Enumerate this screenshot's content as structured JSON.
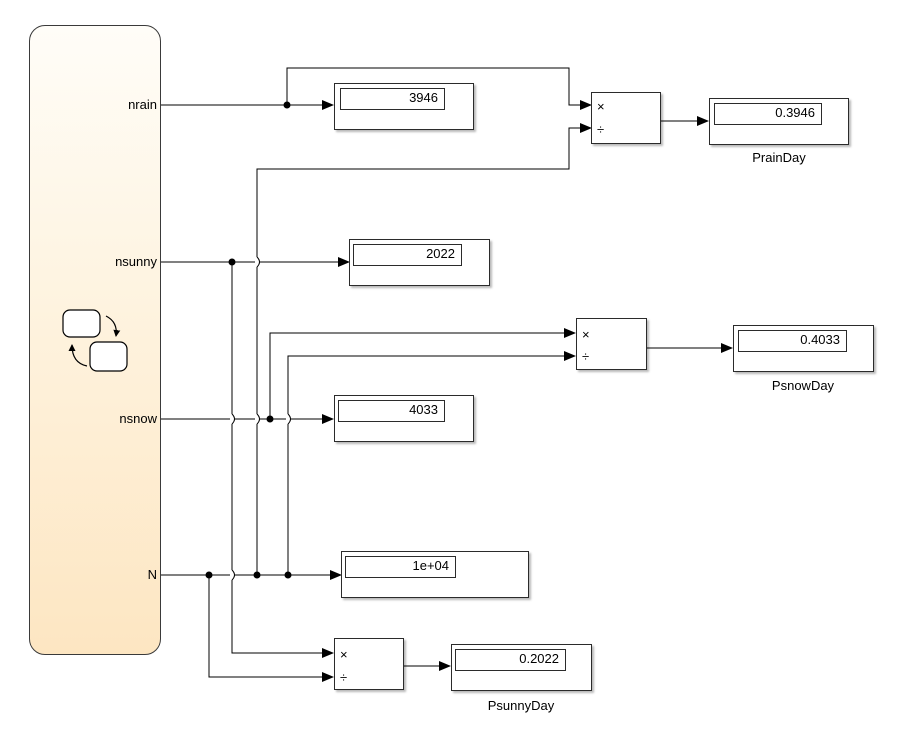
{
  "chart": {
    "ports": [
      "nrain",
      "nsunny",
      "nsnow",
      "N"
    ]
  },
  "displays": {
    "nrain_value": "3946",
    "nsunny_value": "2022",
    "nsnow_value": "4033",
    "n_value": "1e+04"
  },
  "outputs": {
    "prain": {
      "value": "0.3946",
      "name": "PrainDay"
    },
    "psnow": {
      "value": "0.4033",
      "name": "PsnowDay"
    },
    "psunny": {
      "value": "0.2022",
      "name": "PsunnyDay"
    }
  },
  "divide_symbols": {
    "multiply": "×",
    "divide": "÷"
  }
}
